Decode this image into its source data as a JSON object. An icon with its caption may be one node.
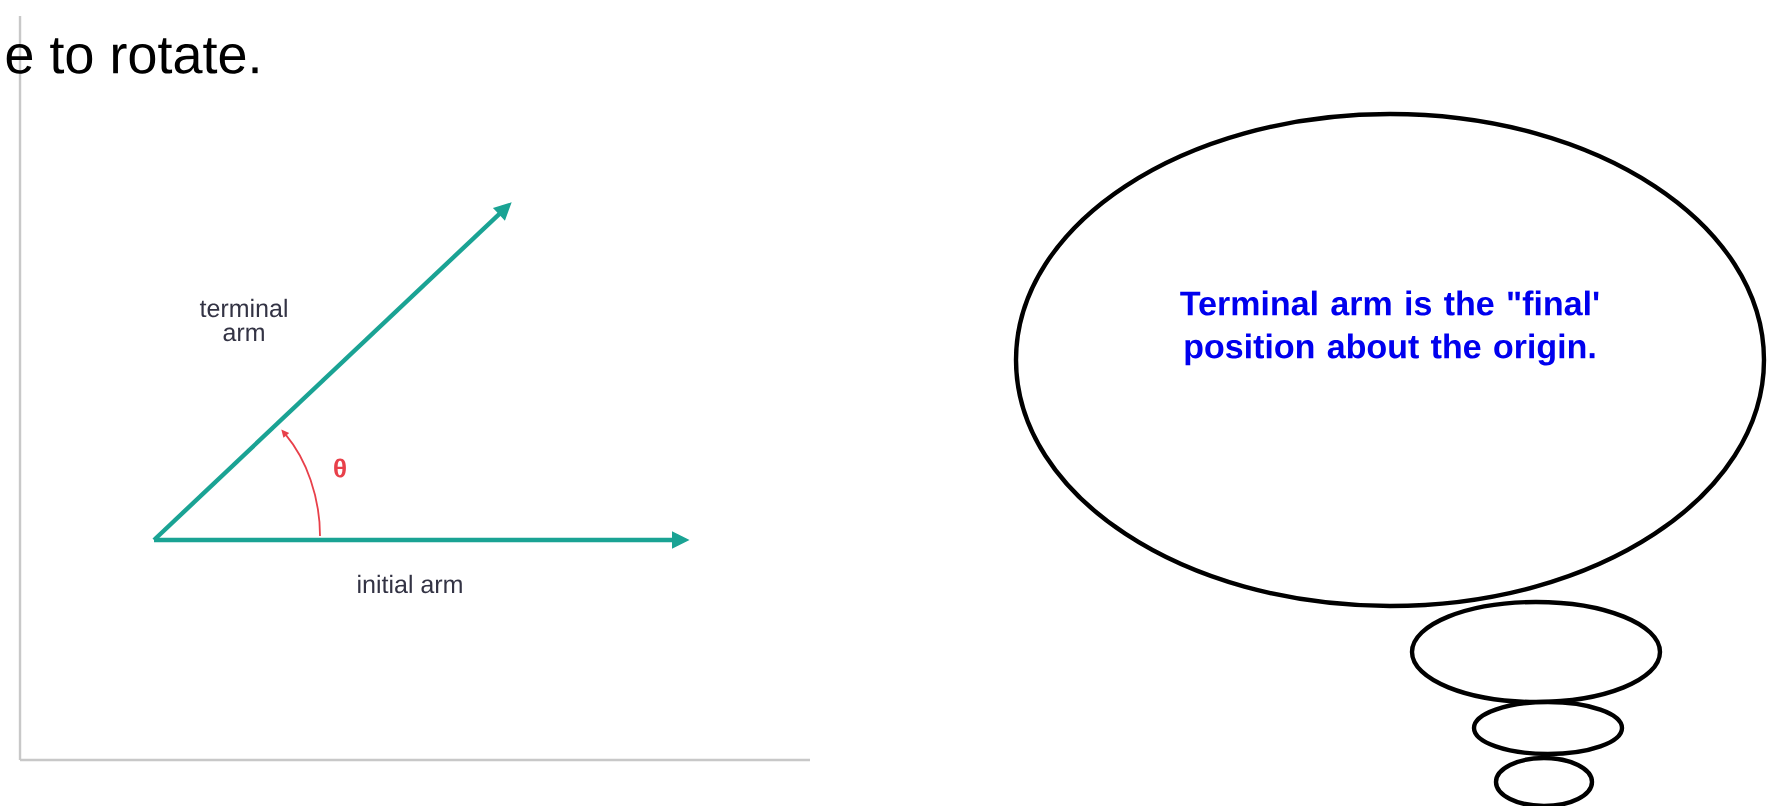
{
  "diagram": {
    "nodes": [
      {
        "text": [
          "Terminal arm is the \"final' position about the origin."
        ]
      },
      {
        "text": [],
        "shape": "ellipse"
      },
      {
        "text": [],
        "shape": "ellipse"
      },
      {
        "text": [],
        "shape": "ellipse"
      }
    ],
    "labels": [
      "e to rotate.",
      "terminal arm",
      "θ",
      "initial arm"
    ]
  }
}
